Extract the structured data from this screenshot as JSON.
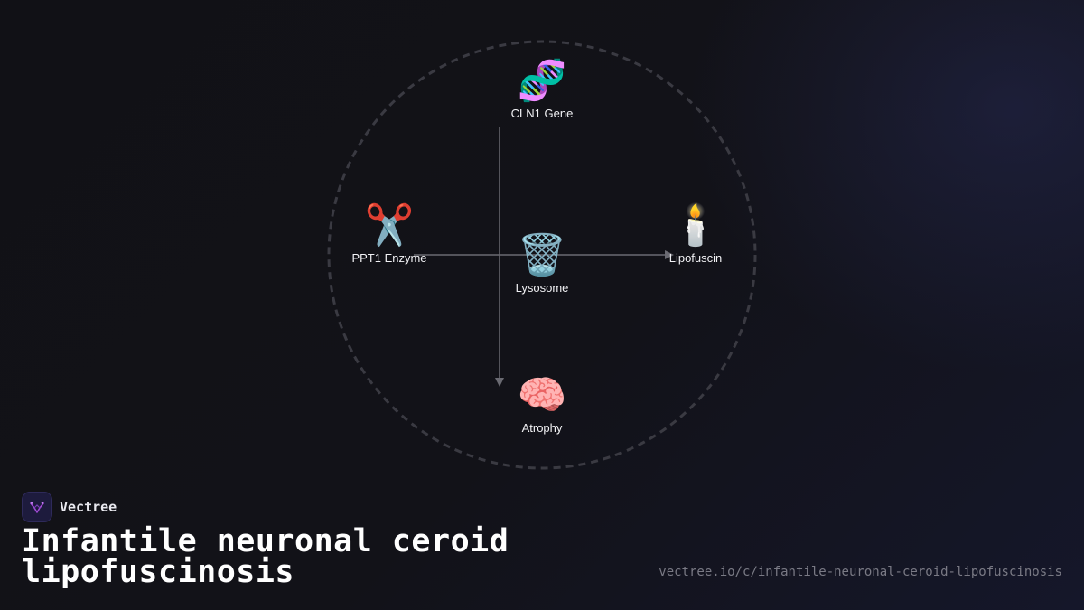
{
  "brand": {
    "name": "Vectree"
  },
  "title": "Infantile neuronal ceroid lipofuscinosis",
  "url": "vectree.io/c/infantile-neuronal-ceroid-lipofuscinosis",
  "diagram": {
    "nodes": [
      {
        "id": "gene",
        "emoji": "🧬",
        "label": "CLN1 Gene",
        "icon": "dna-icon"
      },
      {
        "id": "enzyme",
        "emoji": "✂️",
        "label": "PPT1 Enzyme",
        "icon": "scissors-icon"
      },
      {
        "id": "lysosome",
        "emoji": "🗑️",
        "label": "Lysosome",
        "icon": "trash-can-icon"
      },
      {
        "id": "lipofuscin",
        "emoji": "🕯️",
        "label": "Lipofuscin",
        "icon": "candle-icon"
      },
      {
        "id": "atrophy",
        "emoji": "🧠",
        "label": "Atrophy",
        "icon": "brain-icon"
      }
    ],
    "edges": [
      {
        "from": "gene",
        "to": "atrophy"
      },
      {
        "from": "enzyme",
        "to": "lipofuscin"
      }
    ]
  },
  "colors": {
    "background": "#111116",
    "circle": "#3a3a42",
    "arrow": "#6a6a72",
    "label": "#f2f2f5",
    "url": "#7a7a85",
    "logo_accent": "#a24bd6"
  }
}
